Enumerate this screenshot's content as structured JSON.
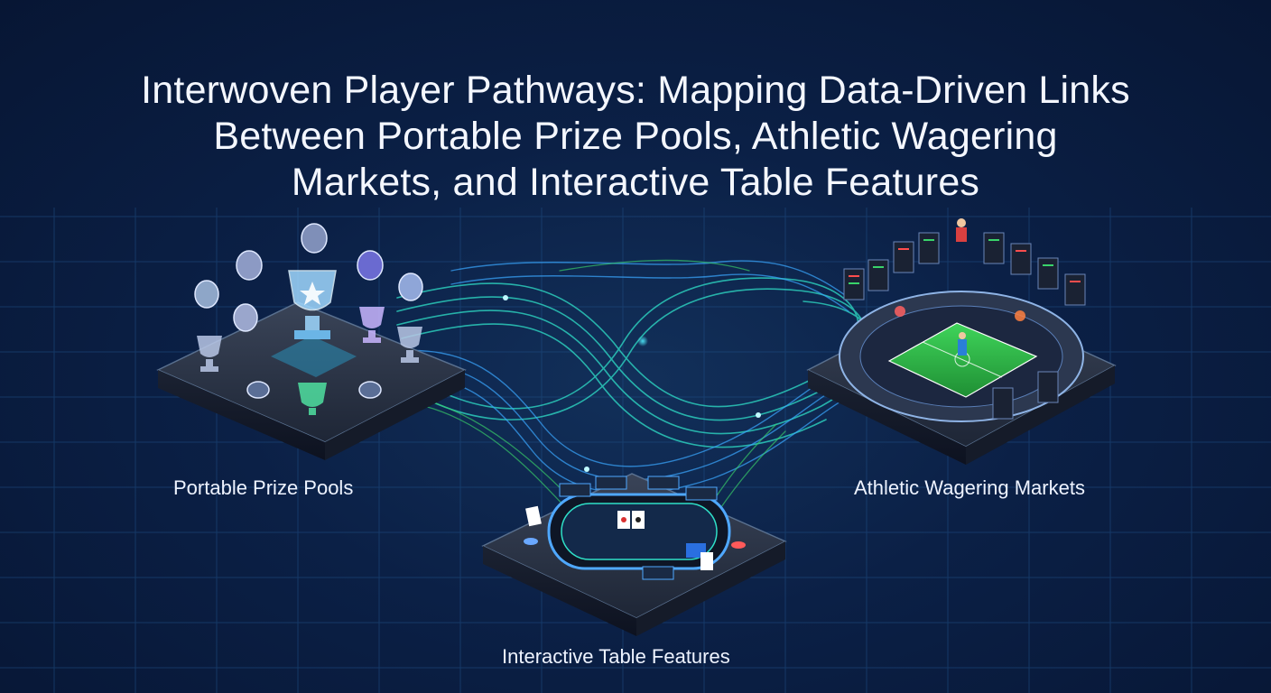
{
  "title": {
    "line1": "Interwoven Player Pathways: Mapping Data-Driven Links",
    "line2": "Between Portable Prize Pools, Athletic Wagering",
    "line3": "Markets, and Interactive Table Features"
  },
  "nodes": {
    "prize_pools": {
      "label": "Portable Prize Pools",
      "icon": "trophy-platform-icon"
    },
    "athletic_markets": {
      "label": "Athletic Wagering Markets",
      "icon": "stadium-platform-icon"
    },
    "table_features": {
      "label": "Interactive Table Features",
      "icon": "poker-table-platform-icon"
    }
  },
  "colors": {
    "background": "#0b2046",
    "grid": "#1f4f86",
    "accent_teal": "#2fe0c8",
    "accent_blue": "#3aa7ff",
    "accent_green": "#39d36a",
    "platform": "#2a3447"
  }
}
